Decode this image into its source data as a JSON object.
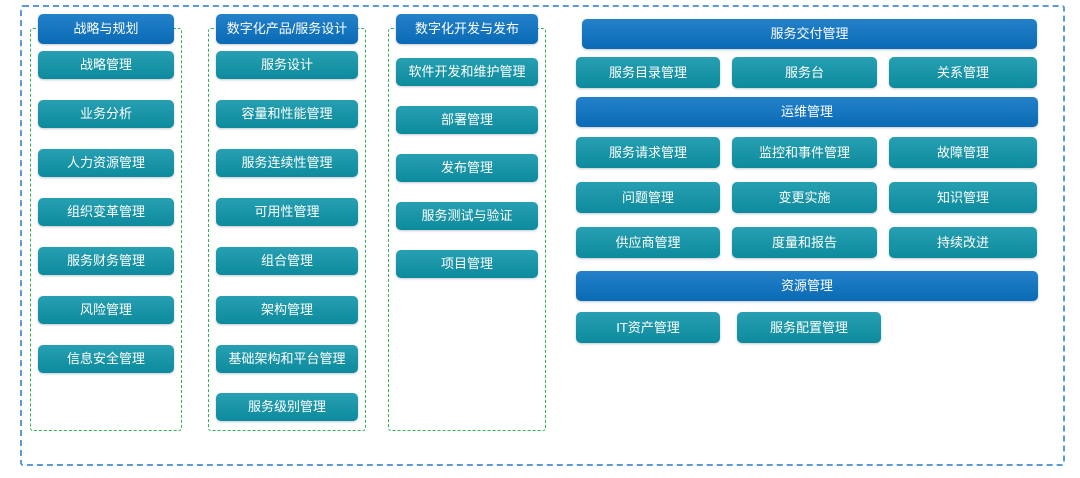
{
  "colors": {
    "header_blue": "#0b73c4",
    "item_teal": "#0e95a9",
    "outer_border_blue": "#5b9bd5",
    "column_border_green": "#2db34f",
    "text_white": "#ffffff"
  },
  "columns": [
    {
      "title": "战略与规划",
      "items": [
        "战略管理",
        "业务分析",
        "人力资源管理",
        "组织变革管理",
        "服务财务管理",
        "风险管理",
        "信息安全管理"
      ]
    },
    {
      "title": "数字化产品/服务设计",
      "items": [
        "服务设计",
        "容量和性能管理",
        "服务连续性管理",
        "可用性管理",
        "组合管理",
        "架构管理",
        "基础架构和平台管理",
        "服务级别管理"
      ]
    },
    {
      "title": "数字化开发与发布",
      "items": [
        "软件开发和维护管理",
        "部署管理",
        "发布管理",
        "服务测试与验证",
        "项目管理"
      ]
    }
  ],
  "right_sections": [
    {
      "title": "服务交付管理",
      "rows": [
        [
          "服务目录管理",
          "服务台",
          "关系管理"
        ]
      ]
    },
    {
      "title": "运维管理",
      "rows": [
        [
          "服务请求管理",
          "监控和事件管理",
          "故障管理"
        ],
        [
          "问题管理",
          "变更实施",
          "知识管理"
        ],
        [
          "供应商管理",
          "度量和报告",
          "持续改进"
        ]
      ]
    },
    {
      "title": "资源管理",
      "rows": [
        [
          "IT资产管理",
          "服务配置管理"
        ]
      ]
    }
  ]
}
